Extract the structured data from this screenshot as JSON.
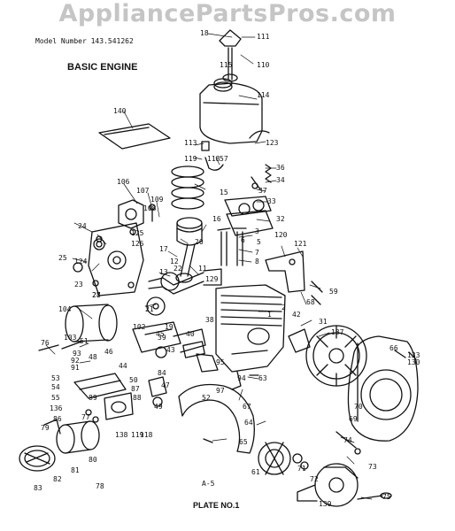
{
  "watermark": "AppliancePartsPros.com",
  "model_number": "Model Number 143.541262",
  "section_title": "BASIC ENGINE",
  "reference": "A-5",
  "plate": "PLATE NO.1",
  "colors": {
    "ink": "#111111",
    "watermark": "#969696",
    "background": "#ffffff"
  },
  "part_labels": [
    "18",
    "111",
    "110",
    "115",
    "114",
    "140",
    "123",
    "113",
    "119",
    "118",
    "57",
    "36",
    "34",
    "37",
    "33",
    "32",
    "106",
    "107",
    "109",
    "108",
    "15",
    "16",
    "125",
    "126",
    "20",
    "24",
    "28",
    "17",
    "3",
    "120",
    "121",
    "25",
    "22",
    "12",
    "13",
    "11",
    "8",
    "7",
    "5",
    "6",
    "124",
    "23",
    "27",
    "129",
    "59",
    "68",
    "21",
    "104",
    "2",
    "1",
    "42",
    "31",
    "137",
    "66",
    "133",
    "130",
    "102",
    "19",
    "38",
    "103",
    "76",
    "51",
    "40",
    "45",
    "39",
    "43",
    "93",
    "92",
    "91",
    "95",
    "94",
    "48",
    "46",
    "44",
    "50",
    "84",
    "63",
    "53",
    "54",
    "55",
    "89",
    "87",
    "88",
    "47",
    "49",
    "97",
    "52",
    "64",
    "67",
    "136",
    "77",
    "78",
    "138",
    "119",
    "118",
    "70",
    "69",
    "65",
    "74",
    "79",
    "73",
    "86",
    "80",
    "81",
    "82",
    "83",
    "61",
    "71",
    "72",
    "139",
    "75"
  ]
}
